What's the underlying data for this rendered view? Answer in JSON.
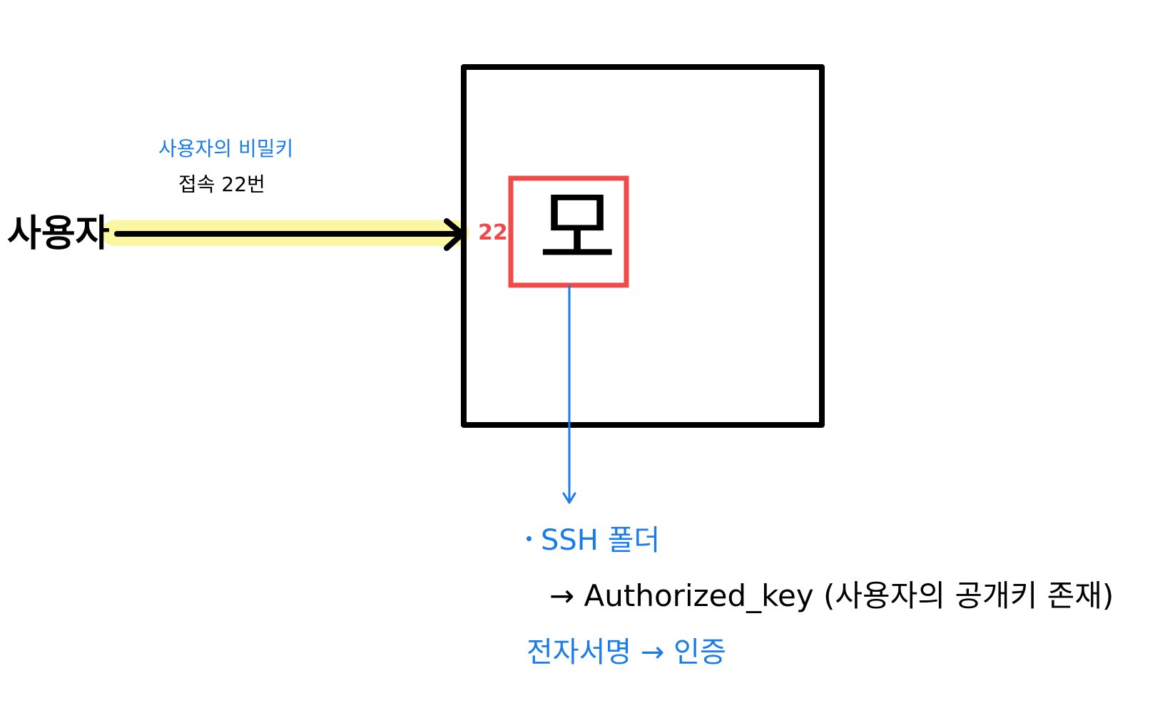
{
  "labels": {
    "user": "사용자",
    "private_key": "사용자의 비밀키",
    "connect": "접속 22번",
    "port": "22",
    "server_glyph": "모",
    "ssh_folder": "SSH 폴더",
    "authorized_key": "→ Authorized_key (사용자의 공개키 존재)",
    "signature": "전자서명 → 인증"
  },
  "colors": {
    "highlight": "#fbf7a0",
    "arrow": "#000000",
    "server_box": "#000000",
    "port_box": "#ef4b4b",
    "blue_text": "#1a7bea",
    "blue_arrow": "#1a7bea"
  }
}
